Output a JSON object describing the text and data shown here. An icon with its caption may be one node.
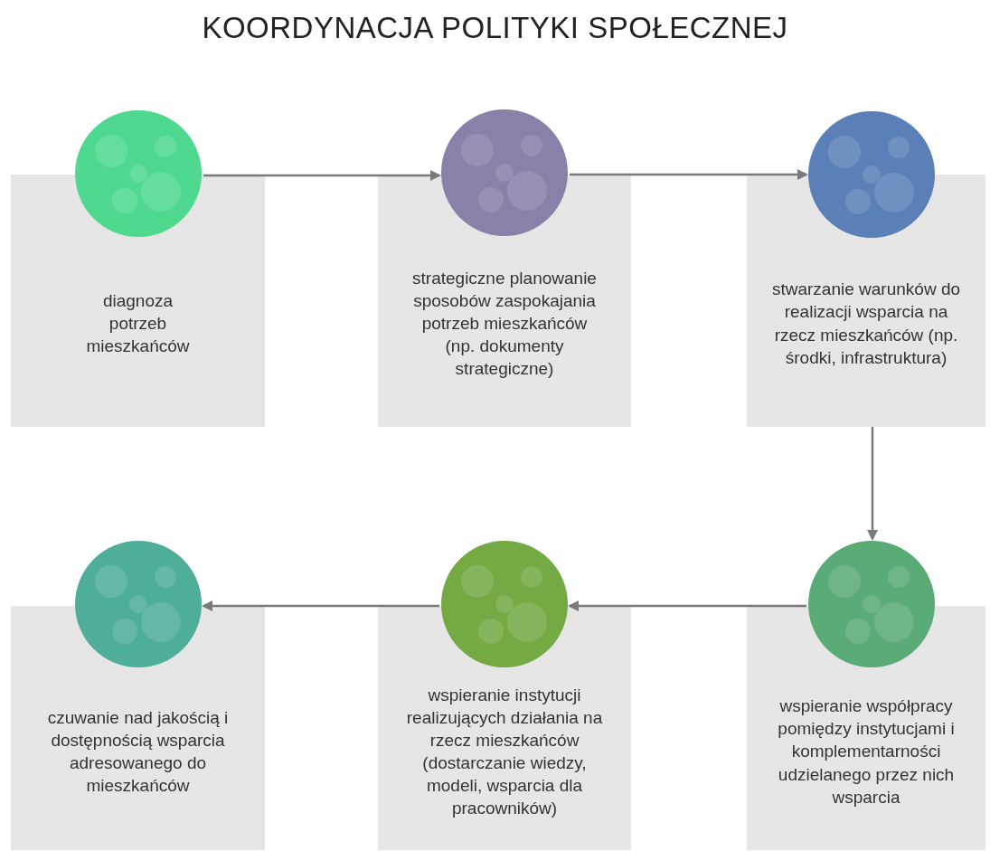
{
  "diagram": {
    "title": "KOORDYNACJA POLITYKI SPOŁECZNEJ",
    "nodes": [
      {
        "text": [
          "diagnoza potrzeb mieszkańców"
        ]
      },
      {
        "text": [
          "strategiczne planowanie sposobów zaspokajania potrzeb mieszkańców (np. dokumenty strategiczne)"
        ]
      },
      {
        "text": [
          "stwarzanie warunków do realizacji wsparcia na rzecz mieszkańców (np. środki, infrastruktura)"
        ]
      },
      {
        "text": [
          "czuwanie nad jakością i dostępnością wsparcia adresowanego do mieszkańców"
        ]
      },
      {
        "text": [
          "wspieranie instytucji realizujących działania na rzecz mieszkańców (dostarczanie wiedzy, modeli, wsparcia dla pracowników)"
        ]
      },
      {
        "text": [
          "wspieranie współpracy pomiędzy instytucjami i komplementarności udzielanego przez nich wsparcia"
        ]
      },
      {
        "text": [],
        "shape": "circle"
      },
      {
        "text": [],
        "shape": "circle"
      },
      {
        "text": [],
        "shape": "circle"
      },
      {
        "text": [],
        "shape": "circle"
      },
      {
        "text": [],
        "shape": "circle"
      },
      {
        "text": [],
        "shape": "circle"
      }
    ],
    "edges": [
      {
        "from": 6,
        "to": 7,
        "arrow": "to"
      },
      {
        "from": 7,
        "to": 8,
        "arrow": "to"
      },
      {
        "from": 2,
        "to": 11,
        "arrow": "to"
      },
      {
        "from": 11,
        "to": 10,
        "arrow": "to"
      },
      {
        "from": 10,
        "to": 9,
        "arrow": "to"
      }
    ]
  }
}
